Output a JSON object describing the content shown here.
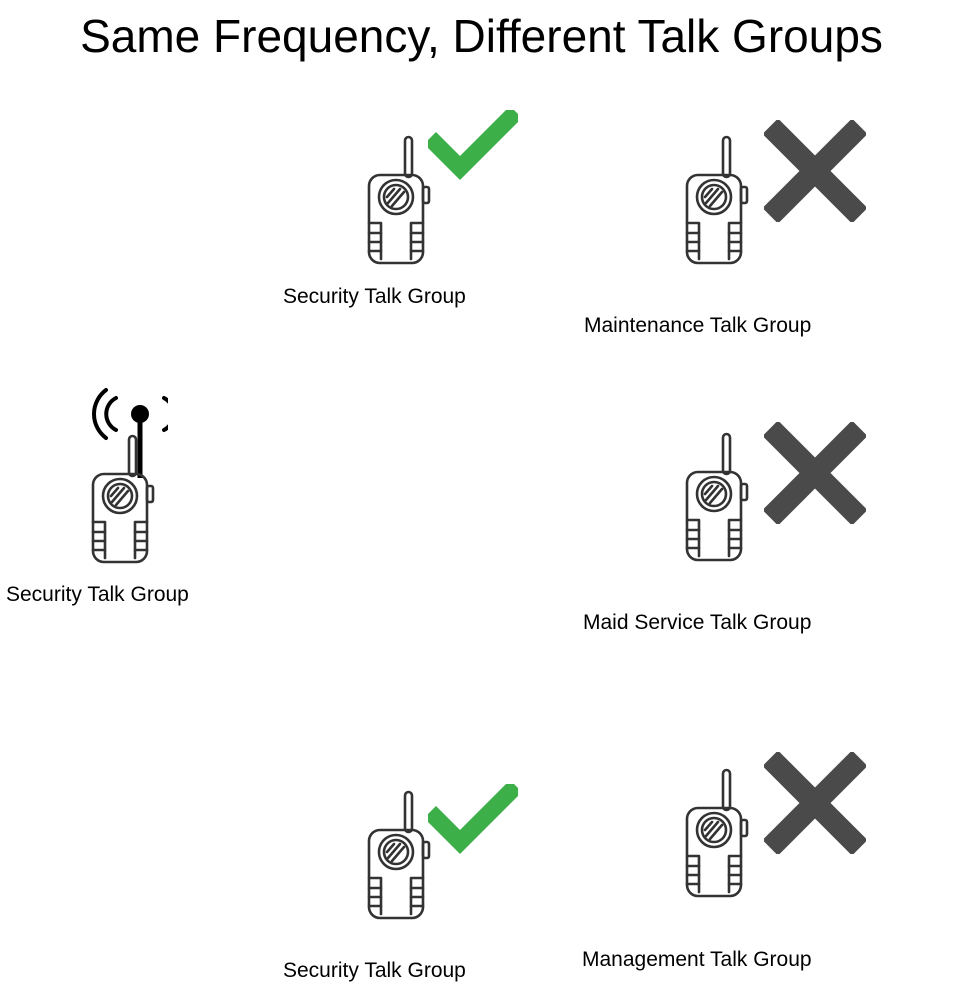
{
  "title": "Same Frequency, Different Talk Groups",
  "transmitter": {
    "label": "Security Talk Group",
    "icon": "transmitting-radio-icon"
  },
  "receivers": [
    {
      "label": "Security Talk Group",
      "status": "receives",
      "mark_icon": "checkmark-icon",
      "mark_color": "#3daf48"
    },
    {
      "label": "Maintenance Talk Group",
      "status": "blocked",
      "mark_icon": "x-mark-icon",
      "mark_color": "#4a4a4a"
    },
    {
      "label": "Maid Service Talk Group",
      "status": "blocked",
      "mark_icon": "x-mark-icon",
      "mark_color": "#4a4a4a"
    },
    {
      "label": "Security Talk Group",
      "status": "receives",
      "mark_icon": "checkmark-icon",
      "mark_color": "#3daf48"
    },
    {
      "label": "Management Talk Group",
      "status": "blocked",
      "mark_icon": "x-mark-icon",
      "mark_color": "#4a4a4a"
    }
  ],
  "colors": {
    "check": "#3daf48",
    "cross": "#4a4a4a",
    "icon_stroke": "#333333"
  }
}
